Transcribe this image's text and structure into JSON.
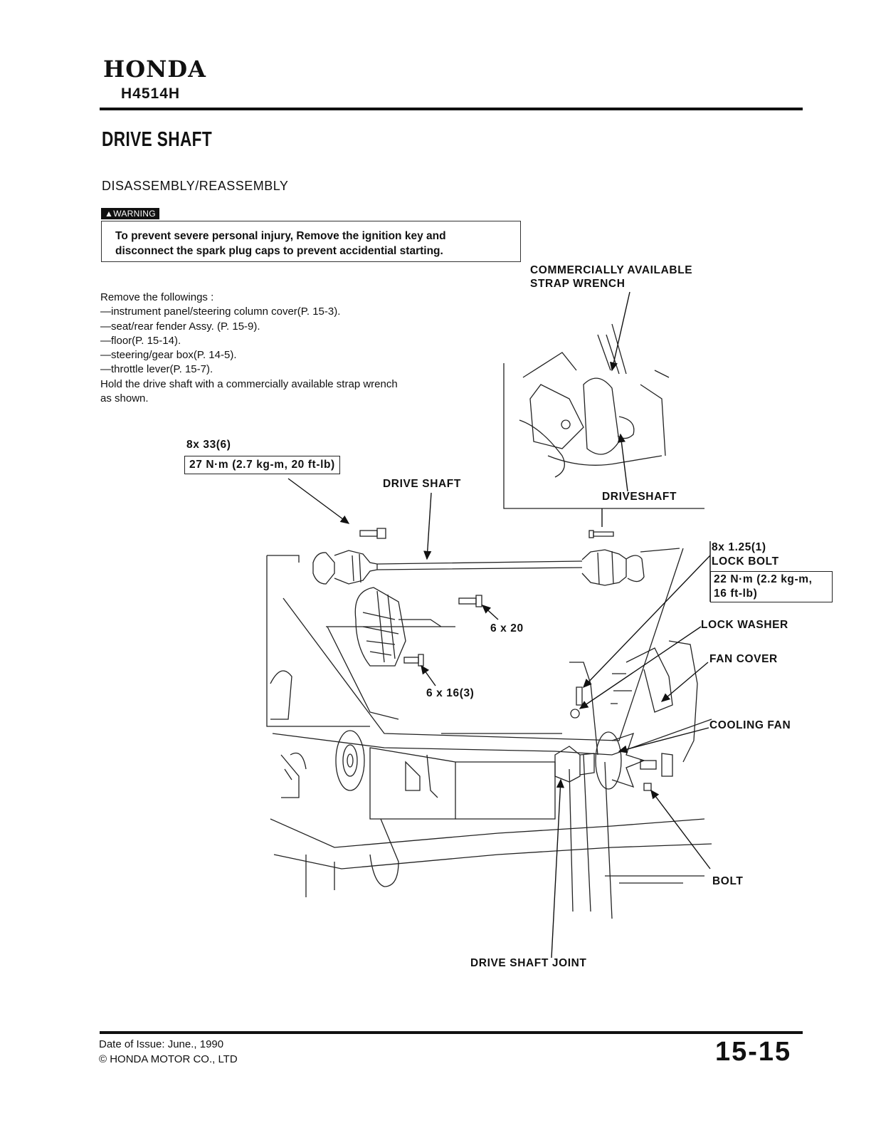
{
  "header": {
    "brand": "HONDA",
    "model_code": "H4514H"
  },
  "page_title": "DRIVE SHAFT",
  "section_title": "DISASSEMBLY/REASSEMBLY",
  "warning": {
    "tag": "WARNING",
    "text_line1": "To prevent severe personal injury, Remove the ignition key and",
    "text_line2": "disconnect the spark plug caps to prevent accidential starting."
  },
  "instructions": [
    "Remove the followings :",
    "—instrument panel/steering column cover(P. 15-3).",
    "—seat/rear fender Assy. (P. 15-9).",
    "—floor(P. 15-14).",
    "—steering/gear box(P. 14-5).",
    "—throttle lever(P. 15-7).",
    "Hold the drive shaft with a commercially available strap wrench",
    "as shown."
  ],
  "callouts": {
    "strap_wrench_line1": "COMMERCIALLY AVAILABLE",
    "strap_wrench_line2": "STRAP WRENCH",
    "driveshaft_inset": "DRIVESHAFT",
    "bolt_spec": "8x 33(6)",
    "bolt_torque": "27 N·m (2.7 kg-m, 20 ft-lb)",
    "drive_shaft": "DRIVE SHAFT",
    "lock_bolt_spec": "8x 1.25(1)",
    "lock_bolt": "LOCK BOLT",
    "lock_bolt_torque_line1": "22 N·m (2.2 kg-m,",
    "lock_bolt_torque_line2": "16 ft-lb)",
    "six_by_20": "6 x 20",
    "lock_washer": "LOCK WASHER",
    "fan_cover": "FAN COVER",
    "six_by_16": "6 x 16(3)",
    "cooling_fan": "COOLING FAN",
    "bolt": "BOLT",
    "drive_shaft_joint": "DRIVE SHAFT JOINT"
  },
  "footer": {
    "issue_date": "Date of Issue: June., 1990",
    "copyright": "© HONDA MOTOR CO., LTD",
    "page_number": "15-15"
  },
  "colors": {
    "ink": "#111111",
    "paper": "#ffffff"
  }
}
